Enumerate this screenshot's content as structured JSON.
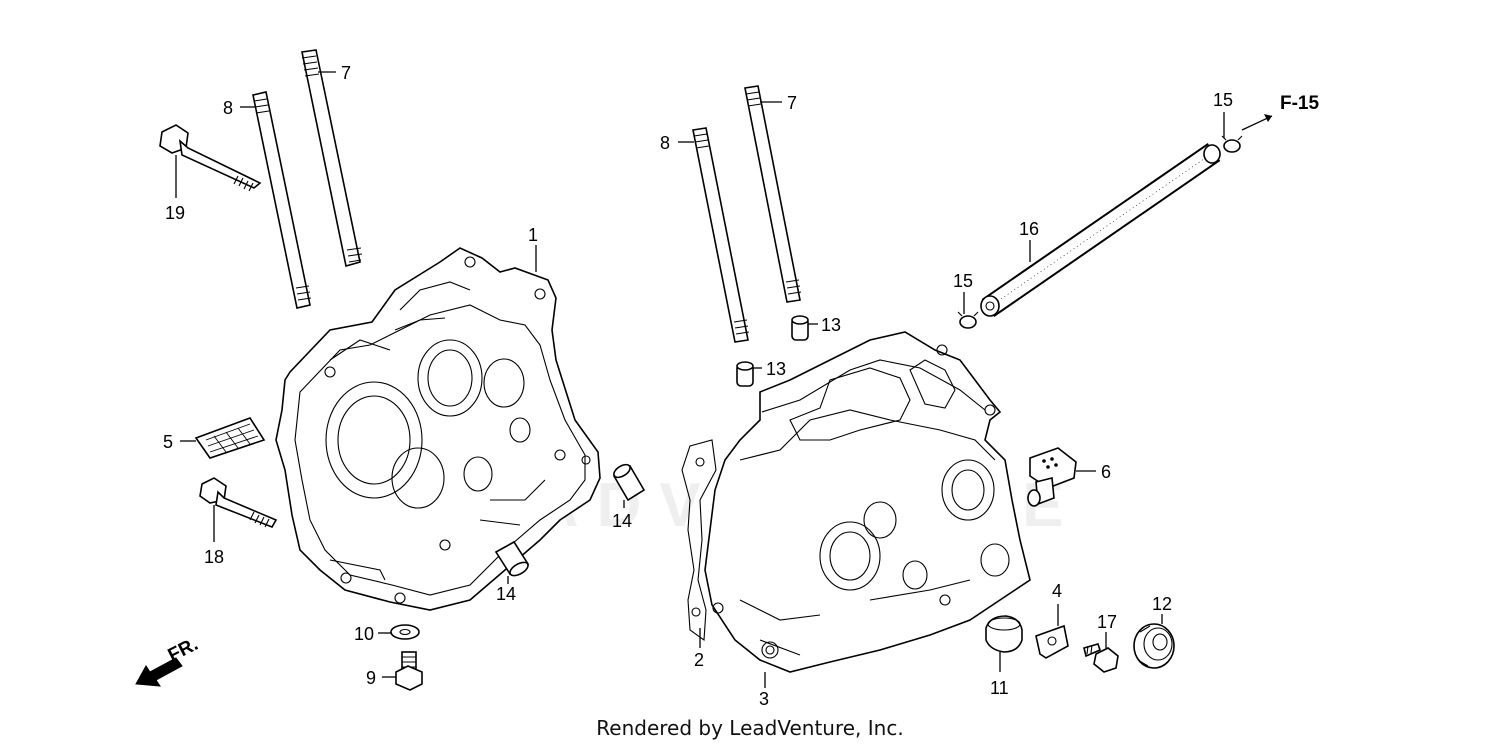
{
  "callouts": {
    "p1": "1",
    "p2": "2",
    "p3": "3",
    "p4": "4",
    "p5": "5",
    "p6": "6",
    "p7a": "7",
    "p7b": "7",
    "p8a": "8",
    "p8b": "8",
    "p9": "9",
    "p10": "10",
    "p11": "11",
    "p12": "12",
    "p13a": "13",
    "p13b": "13",
    "p14a": "14",
    "p14b": "14",
    "p15a": "15",
    "p15b": "15",
    "p16": "16",
    "p17": "17",
    "p18": "18",
    "p19": "19"
  },
  "ref_label": "F-15",
  "front_label": "FR.",
  "footer": "Rendered by LeadVenture, Inc.",
  "watermark": "LEADVENTURE",
  "colors": {
    "line": "#000000",
    "background": "#ffffff"
  }
}
